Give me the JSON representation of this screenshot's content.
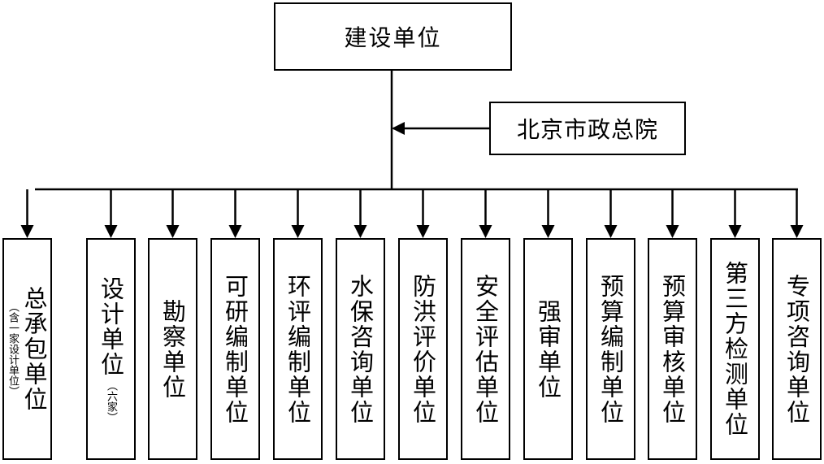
{
  "root": {
    "label": "建设单位"
  },
  "side": {
    "label": "北京市政总院"
  },
  "units": [
    {
      "label": "总承包单位",
      "note": "（含一家设计单位）"
    },
    {
      "label": "设计单位",
      "note": "（六家）"
    },
    {
      "label": "勘察单位"
    },
    {
      "label": "可研编制单位"
    },
    {
      "label": "环评编制单位"
    },
    {
      "label": "水保咨询单位"
    },
    {
      "label": "防洪评价单位"
    },
    {
      "label": "安全评估单位"
    },
    {
      "label": "强审单位"
    },
    {
      "label": "预算编制单位"
    },
    {
      "label": "预算审核单位"
    },
    {
      "label": "第三方检测单位"
    },
    {
      "label": "专项咨询单位"
    }
  ]
}
